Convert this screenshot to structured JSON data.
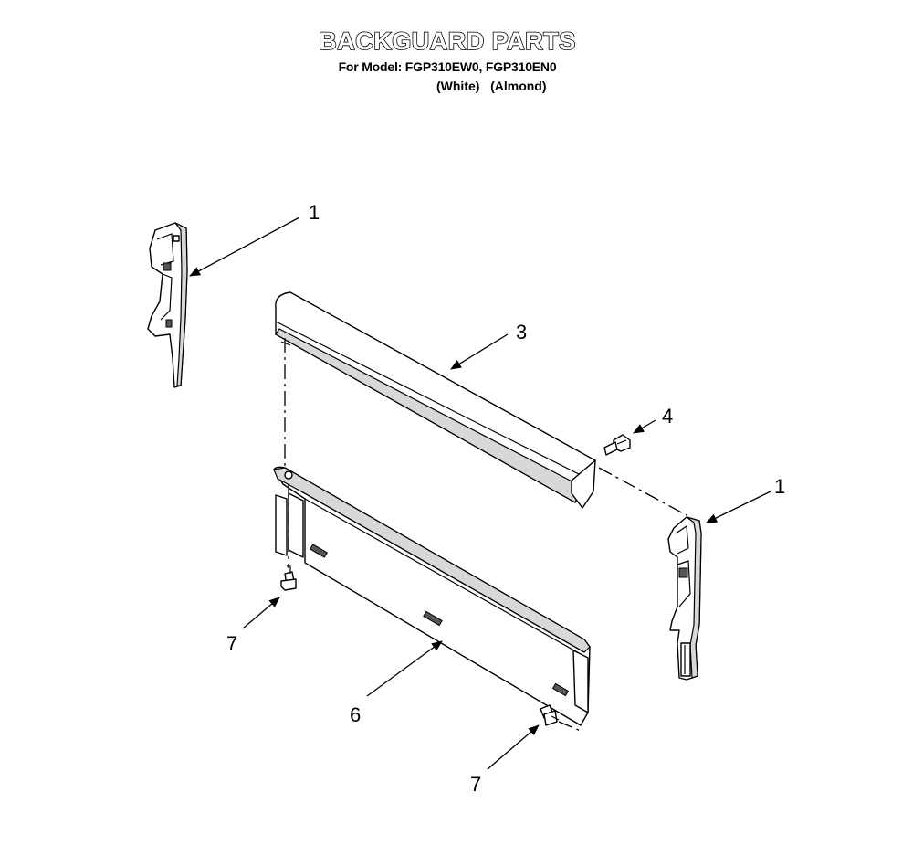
{
  "header": {
    "title": "BACKGUARD PARTS",
    "model_line": "For Model: FGP310EW0, FGP310EN0",
    "color_line": "(White)   (Almond)"
  },
  "callouts": {
    "end_cap_left": "1",
    "end_cap_right": "1",
    "backguard_trim": "3",
    "screw_trim": "4",
    "backguard_panel": "6",
    "screw_left": "7",
    "screw_right": "7"
  }
}
